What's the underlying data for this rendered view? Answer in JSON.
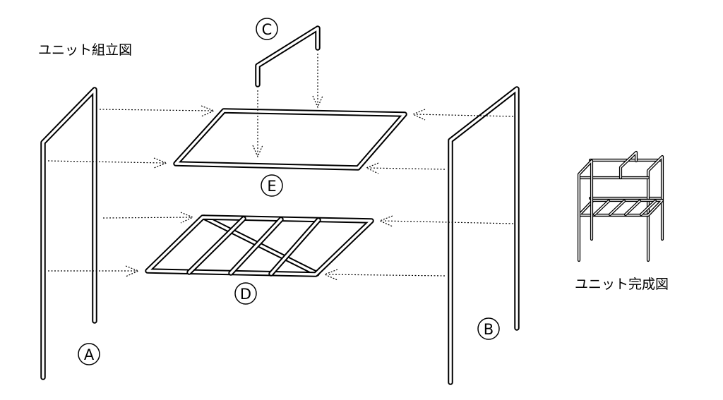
{
  "titles": {
    "assembly": "ユニット組立図",
    "complete": "ユニット完成図"
  },
  "labels": {
    "A": "A",
    "B": "B",
    "C": "C",
    "D": "D",
    "E": "E"
  },
  "colors": {
    "line": "#000000",
    "background": "#ffffff"
  }
}
